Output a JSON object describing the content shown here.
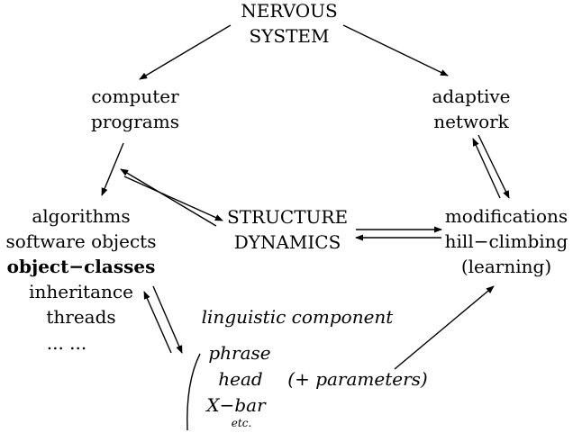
{
  "nodes": {
    "nervous_system": [
      "NERVOUS",
      "SYSTEM"
    ],
    "computer_programs": [
      "computer",
      "programs"
    ],
    "adaptive_network": [
      "adaptive",
      "network"
    ],
    "algorithms_list": [
      "algorithms",
      "software objects",
      "object−classes",
      "inheritance",
      "threads",
      "...  ..."
    ],
    "structure_dynamics": [
      "STRUCTURE",
      "DYNAMICS"
    ],
    "modifications_list": [
      "modifications",
      "hill−climbing",
      "(learning)"
    ],
    "linguistic_component": "linguistic component",
    "linguistic_items": [
      "phrase",
      "head",
      "X−bar",
      "etc."
    ],
    "parameters": "(+ parameters)"
  }
}
